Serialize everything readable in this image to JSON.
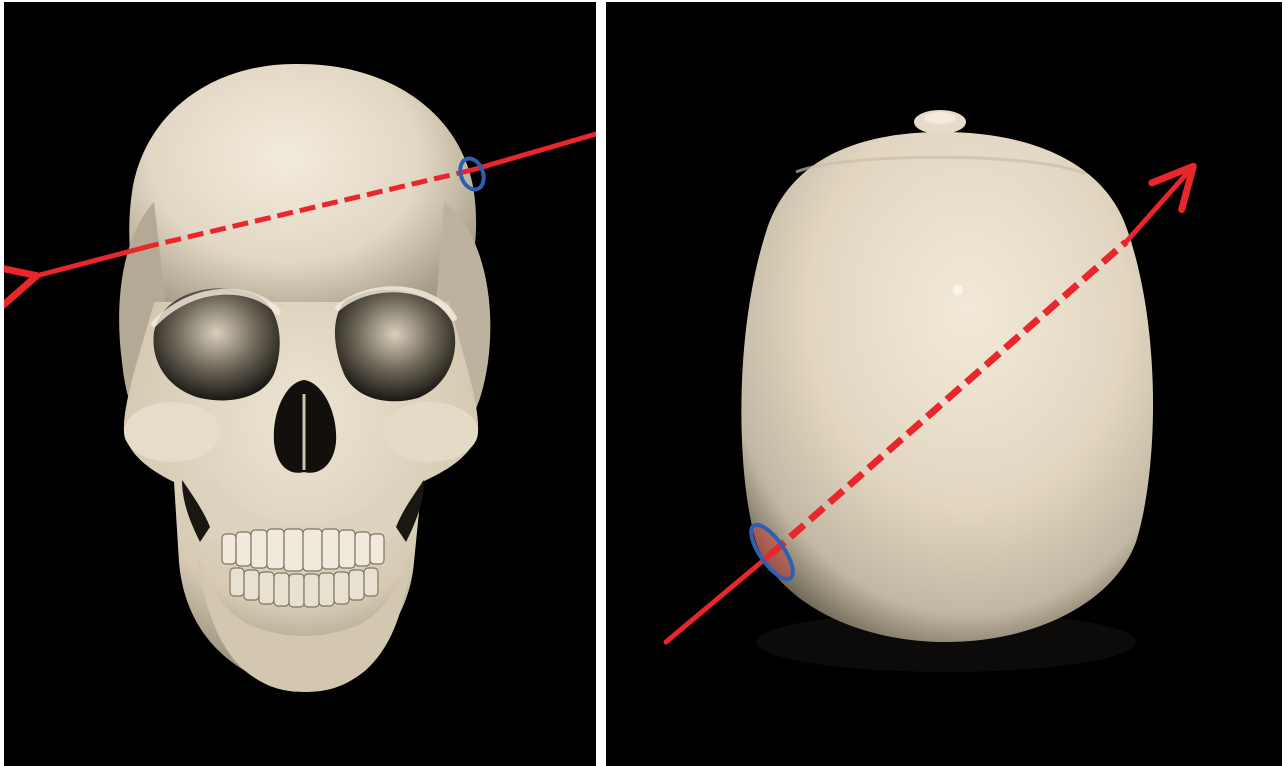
{
  "figure": {
    "panels": [
      {
        "view": "front",
        "subject": "skull"
      },
      {
        "view": "top",
        "subject": "skull"
      }
    ]
  },
  "colors": {
    "background": "#000000",
    "bone_light": "#efe6d6",
    "bone_mid": "#d8ccb6",
    "bone_dark": "#8e8573",
    "trajectory": "#e8262b",
    "entry_marker": "#2f5fb0",
    "divider": "#ffffff"
  },
  "annotations": {
    "trajectory_style": "solid outside the skull, dashed inside the skull",
    "entry_point_marker": "blue ellipse"
  }
}
